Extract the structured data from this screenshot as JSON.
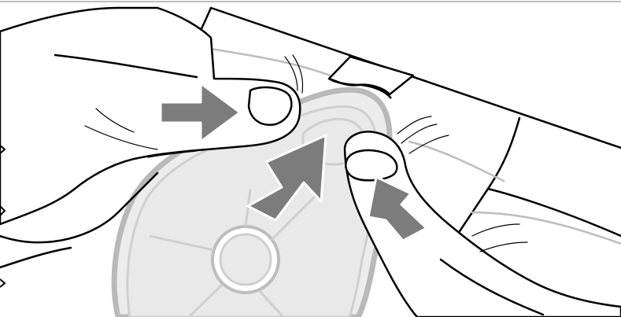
{
  "figure": {
    "colors": {
      "background": "#ffffff",
      "outline": "#000000",
      "device_outline": "#b9b9b9",
      "device_fill": "#ececec",
      "arrow": "#7c7c7c"
    },
    "arrows": [
      {
        "name": "arrow-right-push"
      },
      {
        "name": "arrow-diagonal-push-large"
      },
      {
        "name": "arrow-diagonal-push-small"
      }
    ]
  }
}
